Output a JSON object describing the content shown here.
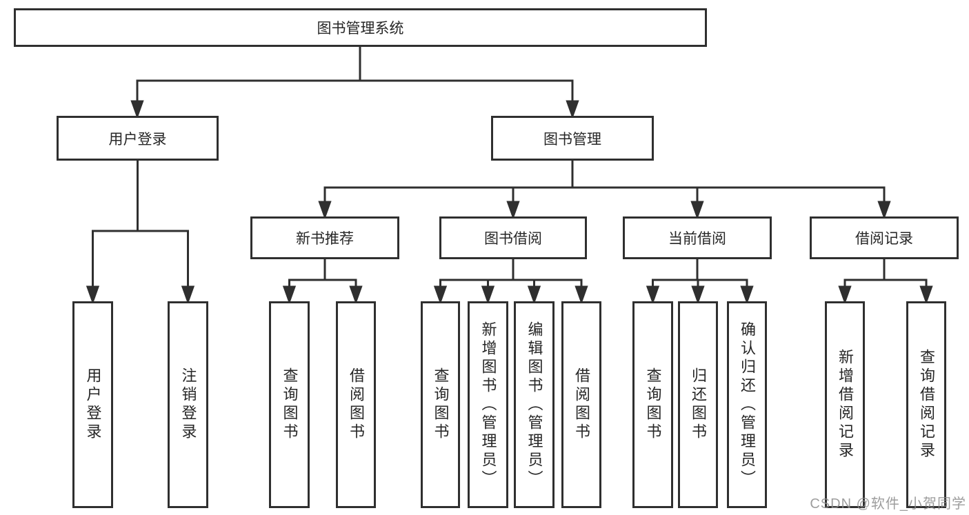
{
  "colors": {
    "line": "#2f2f2f",
    "text": "#262626",
    "box_background": "#ffffff",
    "watermark": "#8c8c8c",
    "page_background": "#ffffff"
  },
  "tree": {
    "label": "图书管理系统",
    "children": [
      {
        "label": "用户登录",
        "children": [
          {
            "label": "用户登录"
          },
          {
            "label": "注销登录"
          }
        ]
      },
      {
        "label": "图书管理",
        "children": [
          {
            "label": "新书推荐",
            "children": [
              {
                "label": "查询图书"
              },
              {
                "label": "借阅图书"
              }
            ]
          },
          {
            "label": "图书借阅",
            "children": [
              {
                "label": "查询图书"
              },
              {
                "label": "新增图书（管理员）"
              },
              {
                "label": "编辑图书（管理员）"
              },
              {
                "label": "借阅图书"
              }
            ]
          },
          {
            "label": "当前借阅",
            "children": [
              {
                "label": "查询图书"
              },
              {
                "label": "归还图书"
              },
              {
                "label": "确认归还（管理员）"
              }
            ]
          },
          {
            "label": "借阅记录",
            "children": [
              {
                "label": "新增借阅记录"
              },
              {
                "label": "查询借阅记录"
              }
            ]
          }
        ]
      }
    ]
  },
  "watermark": {
    "text": "CSDN @软件_小贺同学"
  }
}
